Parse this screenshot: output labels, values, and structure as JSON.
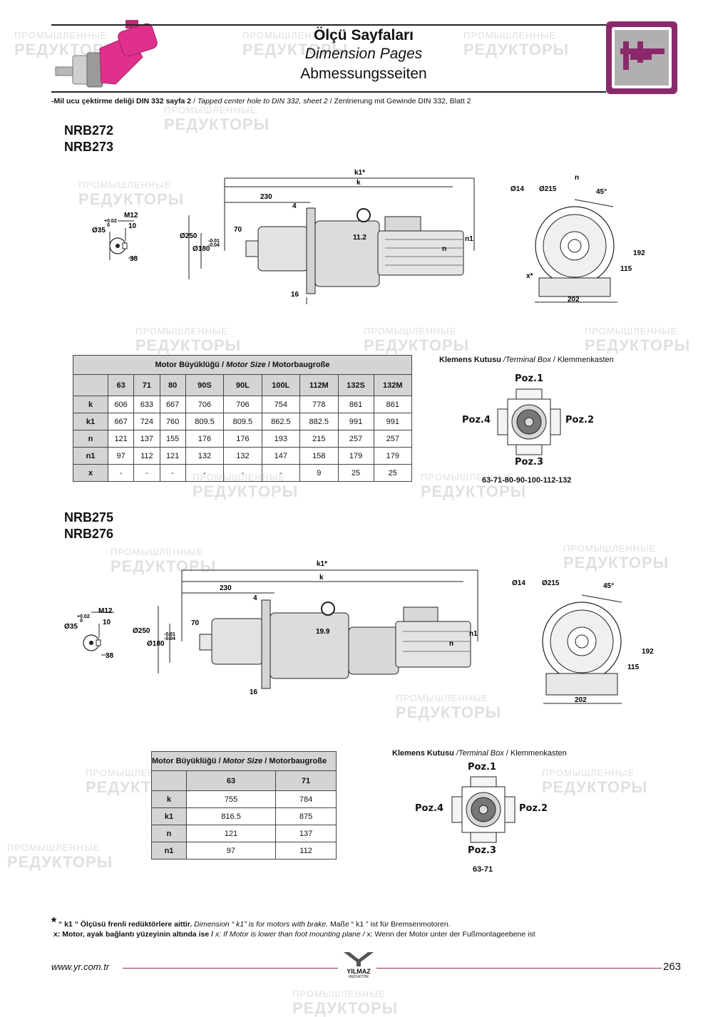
{
  "header": {
    "title_tr": "Ölçü Sayfaları",
    "title_en": "Dimension Pages",
    "title_de": "Abmessungsseiten"
  },
  "note": {
    "tr": "-Mil ucu çektirme deliği DIN 332 sayfa 2",
    "sep1": " / ",
    "en": "Tapped center hole to DIN 332, sheet 2",
    "sep2": " / ",
    "de": "Zentrierung mit Gewinde DIN 332, Blatt 2"
  },
  "watermark": {
    "line1": "ПРОМЫШЛЕННЫЕ",
    "line2": "РЕДУКТОРЫ"
  },
  "section1": {
    "models": [
      "NRB272",
      "NRB273"
    ],
    "shaft": {
      "d": "Ø35",
      "tol_hi": "+0.02",
      "tol_lo": "0",
      "thread": "M12",
      "w": "10",
      "h": "38"
    },
    "side": {
      "k1": "k1*",
      "k": "k",
      "d230": "230",
      "d4": "4",
      "d70": "70",
      "d11": "11.2",
      "d250": "Ø250",
      "d180": "Ø180",
      "t1": "-0.01",
      "t2": "-0.04",
      "d16": "16",
      "n1": "n1",
      "n": "n"
    },
    "front": {
      "d14": "Ø14",
      "d215": "Ø215",
      "ang": "45°",
      "n": "n",
      "d192": "192",
      "d115": "115",
      "x": "x*",
      "d202": "202"
    },
    "table": {
      "caption_bold": "Motor Büyüklüğü / ",
      "caption_italic": "Motor Size",
      "caption_rest": " / Motorbaugroße",
      "columns": [
        "63",
        "71",
        "80",
        "90S",
        "90L",
        "100L",
        "112M",
        "132S",
        "132M"
      ],
      "rows": [
        {
          "label": "k",
          "values": [
            "606",
            "633",
            "667",
            "706",
            "706",
            "754",
            "778",
            "861",
            "861"
          ]
        },
        {
          "label": "k1",
          "values": [
            "667",
            "724",
            "760",
            "809.5",
            "809.5",
            "862.5",
            "882.5",
            "991",
            "991"
          ]
        },
        {
          "label": "n",
          "values": [
            "121",
            "137",
            "155",
            "176",
            "176",
            "193",
            "215",
            "257",
            "257"
          ]
        },
        {
          "label": "n1",
          "values": [
            "97",
            "112",
            "121",
            "132",
            "132",
            "147",
            "158",
            "179",
            "179"
          ]
        },
        {
          "label": "x",
          "values": [
            "-",
            "-",
            "-",
            "-",
            "-",
            "-",
            "9",
            "25",
            "25"
          ]
        }
      ]
    },
    "terminal": {
      "title_bold": "Klemens Kutusu",
      "title_italic": " /Terminal Box",
      "title_rest": " / Klemmenkasten",
      "poz1": "Poz.1",
      "poz2": "Poz.2",
      "poz3": "Poz.3",
      "poz4": "Poz.4",
      "sizes": "63-71-80-90-100-112-132"
    }
  },
  "section2": {
    "models": [
      "NRB275",
      "NRB276"
    ],
    "shaft": {
      "d": "Ø35",
      "tol_hi": "+0.02",
      "tol_lo": "0",
      "thread": "M12",
      "w": "10",
      "h": "38"
    },
    "side": {
      "k1": "k1*",
      "k": "k",
      "d230": "230",
      "d4": "4",
      "d70": "70",
      "d19": "19.9",
      "d250": "Ø250",
      "d180": "Ø180",
      "t1": "-0.01",
      "t2": "-0.04",
      "d16": "16",
      "n1": "n1",
      "n": "n"
    },
    "front": {
      "d14": "Ø14",
      "d215": "Ø215",
      "ang": "45°",
      "d192": "192",
      "d115": "115",
      "d202": "202"
    },
    "table": {
      "caption_bold": "Motor Büyüklüğü / ",
      "caption_italic": "Motor Size",
      "caption_rest": " / Motorbaugroße",
      "columns": [
        "63",
        "71"
      ],
      "rows": [
        {
          "label": "k",
          "values": [
            "755",
            "784"
          ]
        },
        {
          "label": "k1",
          "values": [
            "816.5",
            "875"
          ]
        },
        {
          "label": "n",
          "values": [
            "121",
            "137"
          ]
        },
        {
          "label": "n1",
          "values": [
            "97",
            "112"
          ]
        }
      ]
    },
    "terminal": {
      "title_bold": "Klemens Kutusu",
      "title_italic": " /Terminal Box",
      "title_rest": " / Klemmenkasten",
      "poz1": "Poz.1",
      "poz2": "Poz.2",
      "poz3": "Poz.3",
      "poz4": "Poz.4",
      "sizes": "63-71"
    }
  },
  "footnotes": {
    "star": "*",
    "k1_tr": " “ k1 “ Ölçüsü frenli redüktörlere aittir.",
    "k1_en": " Dimension “ k1” is for motors with brake.",
    "k1_de": " Maße “ k1 ” ist für Bremsenmotoren.",
    "x_tr": "x: Motor, ayak bağlantı yüzeyinin altında ise / ",
    "x_en": "x: If Motor is lower than foot mounting plane / ",
    "x_de": "x: Wenn der Motor unter der Fußmontageebene ist"
  },
  "footer": {
    "url": "www.yr.com.tr",
    "brand": "YILMAZ",
    "brand_sub": "REDÜKTÖR",
    "page": "263"
  },
  "colors": {
    "accent": "#8b2a6b",
    "motor_pink": "#e0308c",
    "table_header": "#d4d4d4"
  }
}
